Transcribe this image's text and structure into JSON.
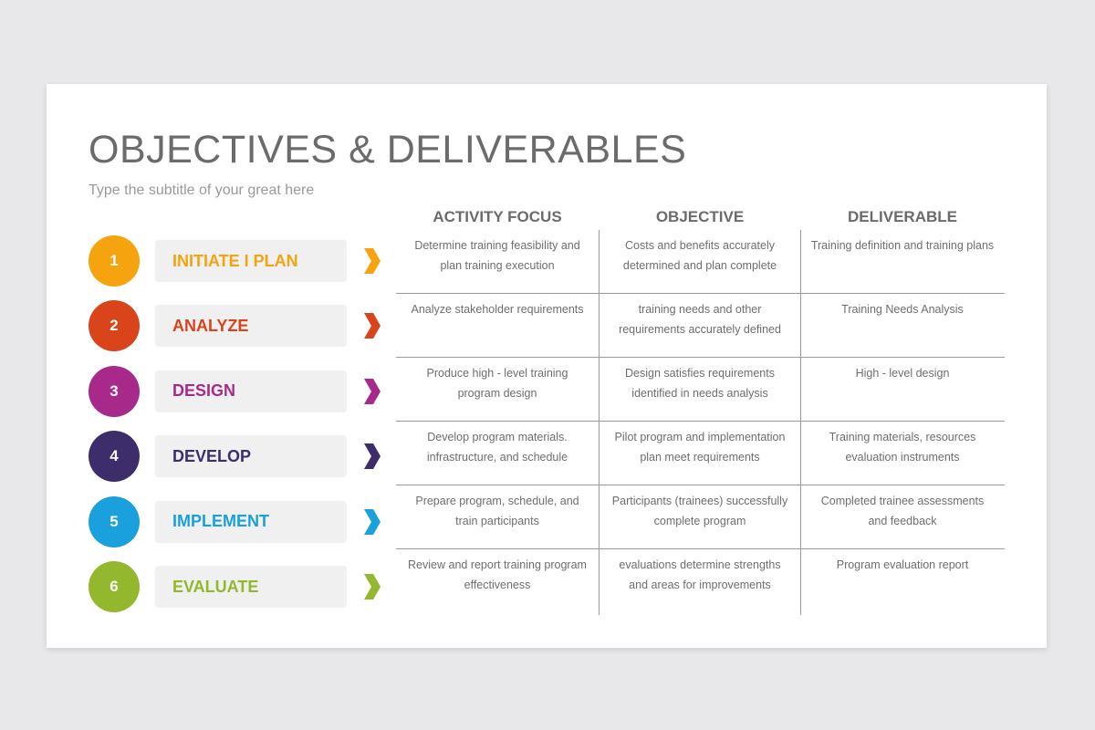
{
  "title": "OBJECTIVES & DELIVERABLES",
  "subtitle": "Type the subtitle of your great here",
  "headers": [
    "ACTIVITY FOCUS",
    "OBJECTIVE",
    "DELIVERABLE"
  ],
  "steps": [
    {
      "number": "1",
      "label": "INITIATE I PLAN",
      "color": "#f5a30f",
      "activity": "Determine training feasibility and plan training execution",
      "objective": "Costs and benefits accurately determined and plan complete",
      "deliverable": "Training definition and training plans"
    },
    {
      "number": "2",
      "label": "ANALYZE",
      "color": "#d9441b",
      "activity": "Analyze stakeholder requirements",
      "objective": "training needs and other requirements accurately defined",
      "deliverable": "Training Needs Analysis"
    },
    {
      "number": "3",
      "label": "DESIGN",
      "color": "#a72a8b",
      "activity": "Produce high - level training program design",
      "objective": "Design satisfies requirements identified in needs analysis",
      "deliverable": "High - level design"
    },
    {
      "number": "4",
      "label": "DEVELOP",
      "color": "#3d2e6b",
      "activity": "Develop program materials. infrastructure, and schedule",
      "objective": "Pilot program and implementation plan meet requirements",
      "deliverable": "Training materials, resources evaluation instruments"
    },
    {
      "number": "5",
      "label": "IMPLEMENT",
      "color": "#1aa0dc",
      "activity": "Prepare program, schedule, and train participants",
      "objective": "Participants (trainees) successfully complete program",
      "deliverable": "Completed trainee assessments and feedback"
    },
    {
      "number": "6",
      "label": "EVALUATE",
      "color": "#93b72d",
      "activity": "Review and report training program effectiveness",
      "objective": "evaluations determine strengths and areas for improvements",
      "deliverable": "Program evaluation report"
    }
  ]
}
